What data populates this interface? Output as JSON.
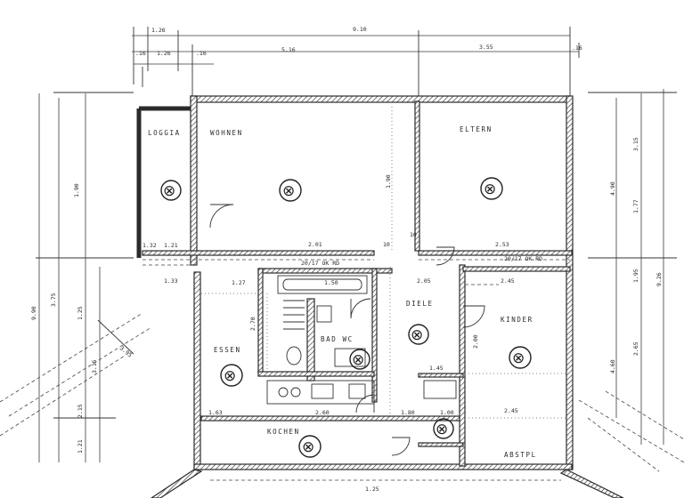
{
  "rooms": {
    "loggia": "LOGGIA",
    "wohnen": "WOHNEN",
    "eltern": "ELTERN",
    "essen": "ESSEN",
    "bad_wc": "BAD WC",
    "diele": "DIELE",
    "kinder": "KINDER",
    "kochen": "KOCHEN",
    "abstell": "ABSTPL"
  },
  "dims": {
    "top_total": "9.10",
    "top_a": "1.26",
    "top_b": "5.16",
    "top_c": "3.55",
    "top_d": ".16",
    "top_e": "1.26",
    "top_f": ".16",
    "top_g": ".16",
    "row_a": "1.32",
    "row_b": "2.01",
    "row_c": "2.53",
    "row_d": "10",
    "row_e": "10",
    "ok_left": "20/17 OK RD",
    "ok_right": "20/17 OK RD",
    "d_245": "2.45",
    "d_205": "2.05",
    "d_190": "1.90",
    "d_133": "1.33",
    "d_180": "1.80",
    "d_163": "1.63",
    "d_260": "2.60",
    "d_190b": "1.90",
    "d_100": "1.00",
    "d_245b": "2.45",
    "d_195": "1.95",
    "d_927": "9.26",
    "d_490": "4.90",
    "d_460": "4.60",
    "d_125": "1.25",
    "d_150": "1.50",
    "d_127": "1.27",
    "d_375": "3.75",
    "d_395": "3.95",
    "d_990": "9.90",
    "d_215": "2.15",
    "d_315": "3.15",
    "d_265": "2.65",
    "d_200": "2.00",
    "d_270": "2.70",
    "d_177": "1.77",
    "d_121": "1.21",
    "d_145": "1.45"
  },
  "symbols": {
    "radiator": "⊗"
  }
}
